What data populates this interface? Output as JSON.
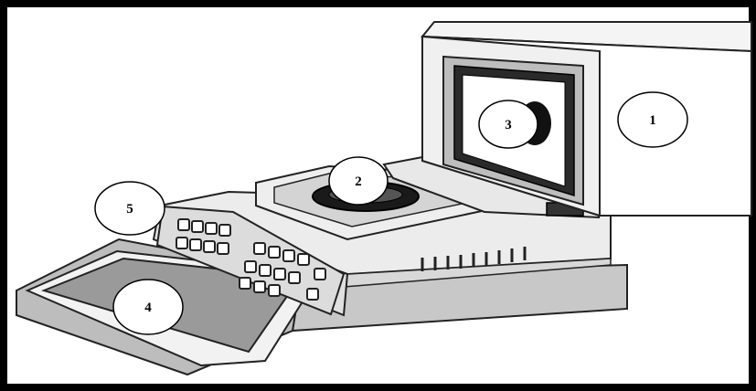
{
  "labels": {
    "moisture_cover": "1",
    "sample_pan": "2",
    "heater_window": "3",
    "display_panel": "4",
    "keypad": "5"
  },
  "colors": {
    "frame": "#000000",
    "background": "#ffffff",
    "body": "#e4e4e4",
    "base": "#c8c8c8",
    "display": "#9a9a9a"
  }
}
